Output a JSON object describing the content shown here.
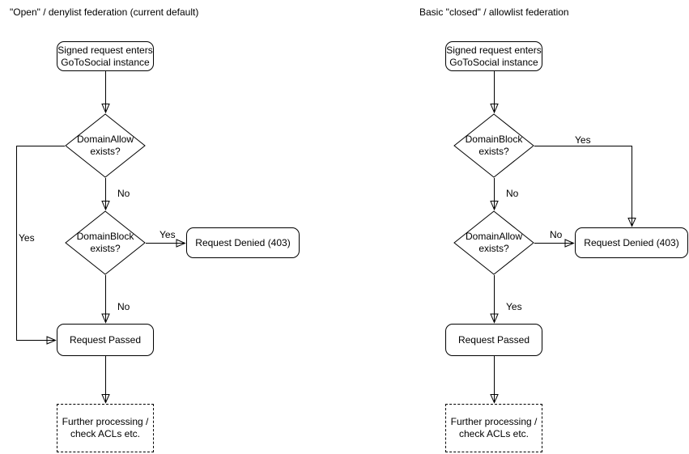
{
  "canvas": {
    "background": "#ffffff",
    "stroke_color": "#000000",
    "text_color": "#000000"
  },
  "charts": [
    {
      "title": "\"Open\" / denylist federation (current default)",
      "nodes": {
        "start": "Signed request enters\nGoToSocial instance",
        "decision1": "DomainAllow\nexists?",
        "decision2": "DomainBlock\nexists?",
        "denied": "Request Denied (403)",
        "passed": "Request Passed",
        "further": "Further processing /\ncheck ACLs etc."
      },
      "edge_labels": {
        "d1_no": "No",
        "d1_yes": "Yes",
        "d2_yes": "Yes",
        "d2_no": "No"
      }
    },
    {
      "title": "Basic \"closed\" / allowlist federation",
      "nodes": {
        "start": "Signed request enters\nGoToSocial instance",
        "decision1": "DomainBlock\nexists?",
        "decision2": "DomainAllow\nexists?",
        "denied": "Request Denied (403)",
        "passed": "Request Passed",
        "further": "Further processing /\ncheck ACLs etc."
      },
      "edge_labels": {
        "d1_yes": "Yes",
        "d1_no": "No",
        "d2_no": "No",
        "d2_yes": "Yes"
      }
    }
  ]
}
